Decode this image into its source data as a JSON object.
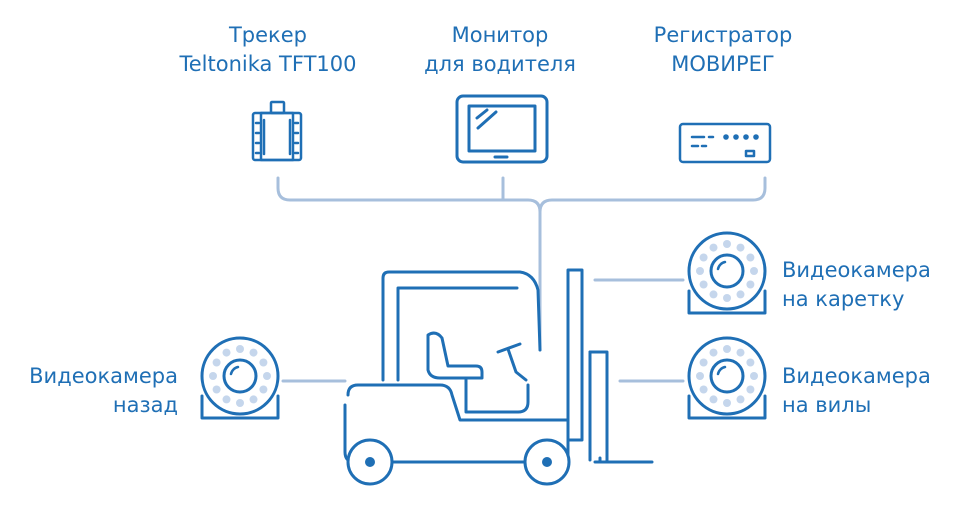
{
  "colors": {
    "primary": "#1f6fb5",
    "connector": "#a7bfdc",
    "background": "#ffffff"
  },
  "devices": {
    "tracker": {
      "icon": "gps-tracker-icon",
      "line1": "Трекер",
      "line2": "Teltonika TFT100"
    },
    "monitor": {
      "icon": "monitor-icon",
      "line1": "Монитор",
      "line2": "для водителя"
    },
    "recorder": {
      "icon": "video-recorder-icon",
      "line1": "Регистратор",
      "line2": "МОВИРЕГ"
    }
  },
  "cameras": {
    "rear": {
      "icon": "camera-icon",
      "line1": "Видеокамера",
      "line2": "назад"
    },
    "carriage": {
      "icon": "camera-icon",
      "line1": "Видеокамера",
      "line2": "на каретку"
    },
    "forks": {
      "icon": "camera-icon",
      "line1": "Видеокамера",
      "line2": "на вилы"
    }
  },
  "vehicle": {
    "icon": "forklift-icon"
  }
}
